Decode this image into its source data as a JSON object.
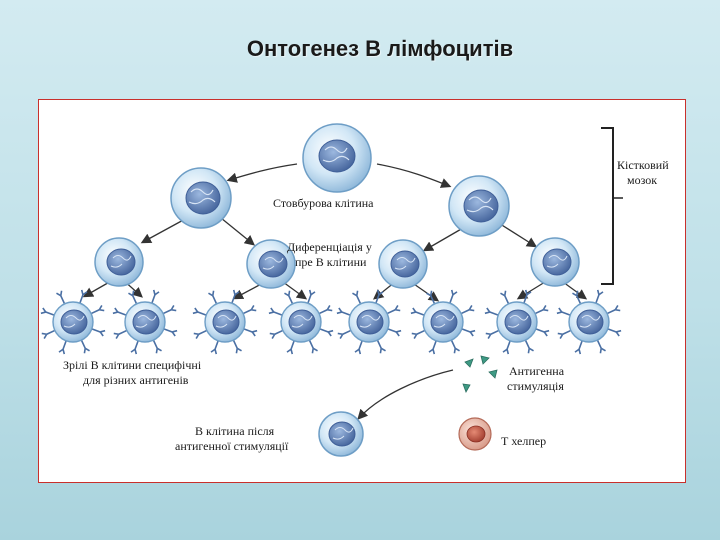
{
  "slide": {
    "title": "Онтогенез В лімфоцитів"
  },
  "labels": {
    "stem_cell": "Стовбурова клітина",
    "differentiation_line1": "Диференціація у",
    "differentiation_line2": "пре В клітини",
    "bone_marrow_line1": "Кістковий",
    "bone_marrow_line2": "мозок",
    "mature_line1": "Зрілі В клітини специфічні",
    "mature_line2": "для різних антигенів",
    "antigen_line1": "Антигенна",
    "antigen_line2": "стимуляція",
    "after_line1": "В клітина після",
    "after_line2": "антигенної стимуляції",
    "t_helper": "Т хелпер"
  },
  "colors": {
    "cell_body": "#b9d8ee",
    "cell_edge": "#6e9ec6",
    "nucleus": "#5d7fb5",
    "t_cell": "#e8b4a6",
    "t_nucleus": "#c55a4a",
    "antigen": "#3e9a84",
    "arrow": "#333333",
    "frame_border": "#c9302c"
  }
}
